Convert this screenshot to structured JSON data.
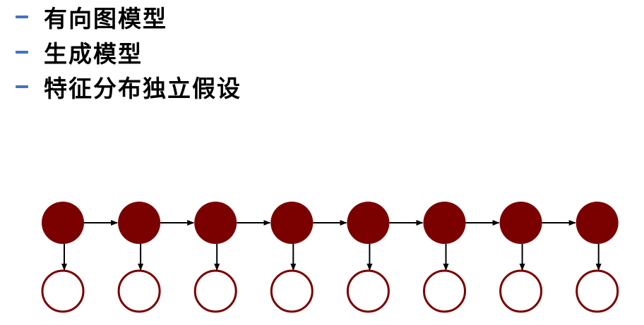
{
  "bullets": [
    {
      "text": "有向图模型"
    },
    {
      "text": "生成模型"
    },
    {
      "text": "特征分布独立假设"
    }
  ],
  "colors": {
    "bullet_marker": "#4472C4",
    "hidden_fill": "#7B0000",
    "observed_stroke": "#7B0000",
    "arrow": "#000000"
  },
  "diagram": {
    "hidden_state_count": 8,
    "observed_count": 8
  }
}
